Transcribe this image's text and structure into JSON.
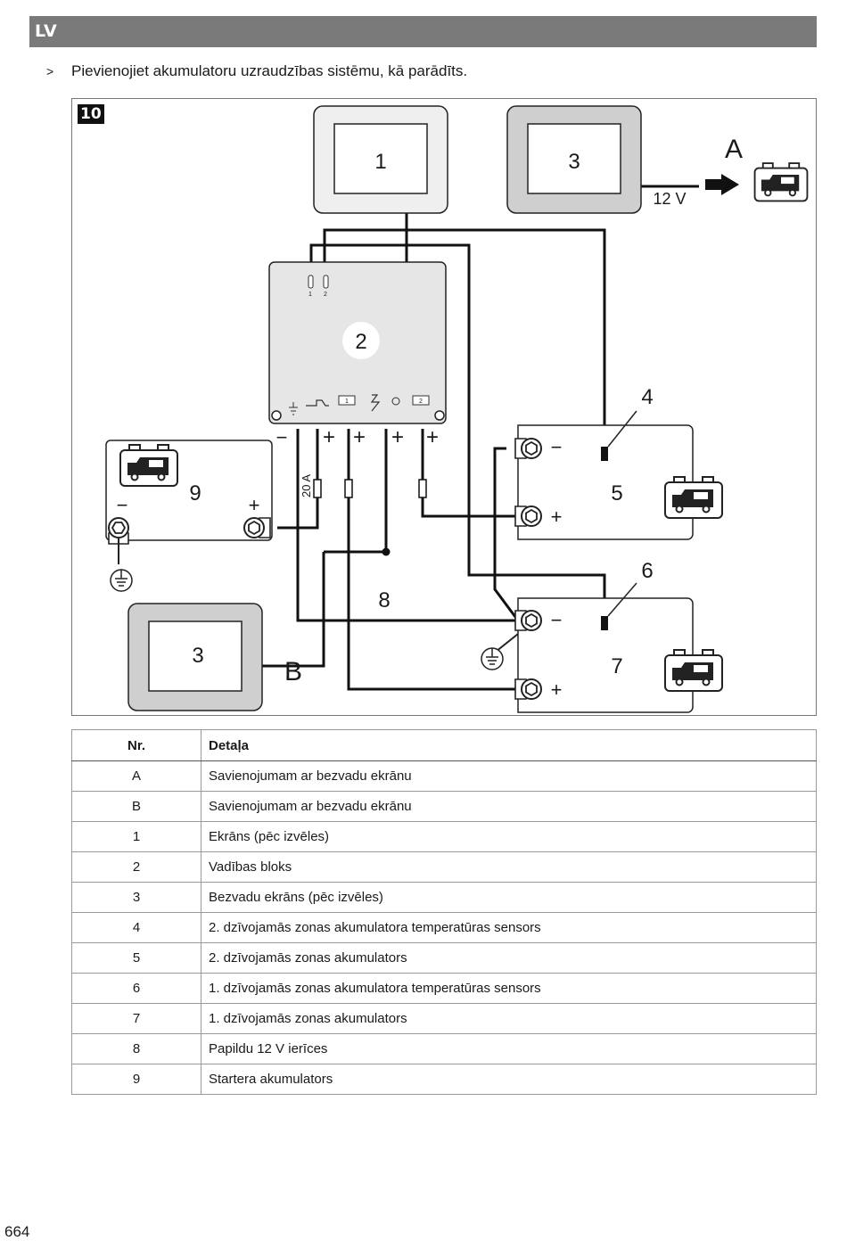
{
  "header": {
    "language_code": "LV"
  },
  "instruction": {
    "bullet": ">",
    "text": "Pievienojiet akumulatoru uzraudzības sistēmu, kā parādīts."
  },
  "figure": {
    "number": "10",
    "labels": {
      "display_1": "1",
      "control_unit": "2",
      "wireless_display_top": "3",
      "wireless_display_bottom": "3",
      "sensor_4": "4",
      "battery_5": "5",
      "sensor_6": "6",
      "battery_7": "7",
      "loads_8": "8",
      "starter_9": "9",
      "conn_a": "A",
      "conn_b": "B",
      "voltage": "12 V",
      "fuse": "20 A",
      "minus": "−",
      "plus": "+",
      "sensor_idx_1": "1",
      "sensor_idx_2": "2",
      "battery_idx_1": "1",
      "battery_idx_2": "2"
    }
  },
  "table": {
    "headers": {
      "nr": "Nr.",
      "detail": "Detaļa"
    },
    "rows": [
      {
        "nr": "A",
        "detail": "Savienojumam ar bezvadu ekrānu"
      },
      {
        "nr": "B",
        "detail": "Savienojumam ar bezvadu ekrānu"
      },
      {
        "nr": "1",
        "detail": "Ekrāns (pēc izvēles)"
      },
      {
        "nr": "2",
        "detail": "Vadības bloks"
      },
      {
        "nr": "3",
        "detail": "Bezvadu ekrāns (pēc izvēles)"
      },
      {
        "nr": "4",
        "detail": "2. dzīvojamās zonas akumulatora temperatūras sensors"
      },
      {
        "nr": "5",
        "detail": "2. dzīvojamās zonas akumulators"
      },
      {
        "nr": "6",
        "detail": "1. dzīvojamās zonas akumulatora temperatūras sensors"
      },
      {
        "nr": "7",
        "detail": "1. dzīvojamās zonas akumulators"
      },
      {
        "nr": "8",
        "detail": "Papildu 12 V ierīces"
      },
      {
        "nr": "9",
        "detail": "Startera akumulators"
      }
    ]
  },
  "footer": {
    "page_number": "664"
  }
}
